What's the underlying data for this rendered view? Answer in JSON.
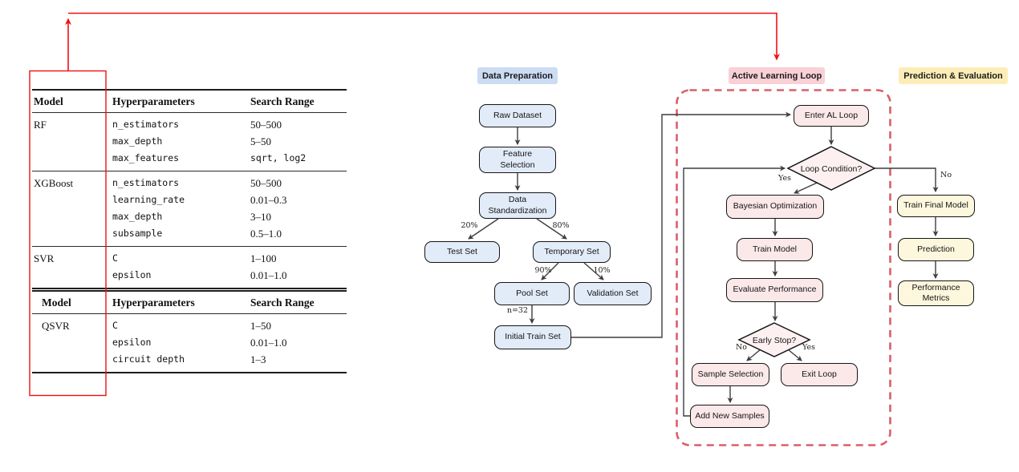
{
  "tables": {
    "classical": {
      "headers": {
        "model": "Model",
        "hyperparameters": "Hyperparameters",
        "search_range": "Search Range"
      },
      "groups": [
        {
          "model": "RF",
          "rows": [
            {
              "param": "n_estimators",
              "range": "50–500"
            },
            {
              "param": "max_depth",
              "range": "5–50"
            },
            {
              "param": "max_features",
              "range": "sqrt, log2"
            }
          ]
        },
        {
          "model": "XGBoost",
          "rows": [
            {
              "param": "n_estimators",
              "range": "50–500"
            },
            {
              "param": "learning_rate",
              "range": "0.01–0.3"
            },
            {
              "param": "max_depth",
              "range": "3–10"
            },
            {
              "param": "subsample",
              "range": "0.5–1.0"
            }
          ]
        },
        {
          "model": "SVR",
          "rows": [
            {
              "param": "C",
              "range": "1–100"
            },
            {
              "param": "epsilon",
              "range": "0.01–1.0"
            }
          ]
        }
      ]
    },
    "quantum": {
      "headers": {
        "model": "Model",
        "hyperparameters": "Hyperparameters",
        "search_range": "Search Range"
      },
      "groups": [
        {
          "model": "QSVR",
          "rows": [
            {
              "param": "C",
              "range": "1–50"
            },
            {
              "param": "epsilon",
              "range": "0.01–1.0"
            },
            {
              "param": "circuit depth",
              "range": "1–3"
            }
          ]
        }
      ]
    }
  },
  "flow": {
    "sections": {
      "data_preparation": {
        "label": "Data Preparation"
      },
      "active_learning": {
        "label": "Active Learning Loop"
      },
      "prediction_evaluation": {
        "label": "Prediction & Evaluation"
      }
    },
    "nodes": {
      "raw_dataset": {
        "label": "Raw Dataset"
      },
      "feature_selection": {
        "label": "Feature\nSelection"
      },
      "data_standardization": {
        "label": "Data\nStandardization"
      },
      "test_set": {
        "label": "Test Set"
      },
      "temporary_set": {
        "label": "Temporary Set"
      },
      "pool_set": {
        "label": "Pool Set"
      },
      "validation_set": {
        "label": "Validation Set"
      },
      "initial_train_set": {
        "label": "Initial Train Set"
      },
      "enter_al_loop": {
        "label": "Enter AL Loop"
      },
      "loop_condition": {
        "label": "Loop Condition?"
      },
      "bayesian_optimization": {
        "label": "Bayesian Optimization"
      },
      "train_model": {
        "label": "Train Model"
      },
      "evaluate_performance": {
        "label": "Evaluate Performance"
      },
      "early_stop": {
        "label": "Early Stop?"
      },
      "sample_selection": {
        "label": "Sample Selection"
      },
      "exit_loop": {
        "label": "Exit Loop"
      },
      "add_new_samples": {
        "label": "Add New Samples"
      },
      "train_final_model": {
        "label": "Train Final Model"
      },
      "prediction": {
        "label": "Prediction"
      },
      "performance_metrics": {
        "label": "Performance\nMetrics"
      }
    },
    "edge_labels": {
      "test_split": "20%",
      "temporary_split": "80%",
      "pool_split": "90%",
      "validation_split": "10%",
      "initial_train_count": "n=32",
      "loop_condition_yes": "Yes",
      "loop_condition_no": "No",
      "early_stop_no": "No",
      "early_stop_yes": "Yes"
    }
  },
  "colors": {
    "blue_fill": "#e2ebf8",
    "blue_badge": "#cbdcf3",
    "pink_fill": "#fbe8e9",
    "pink_badge": "#f8d0d6",
    "yellow_fill": "#fdf7dd",
    "yellow_badge": "#fcedb7",
    "dashed_border": "#d95f6b",
    "annotation_red": "#ee1111",
    "arrow": "#3d3d3d",
    "node_border": "#151515"
  }
}
